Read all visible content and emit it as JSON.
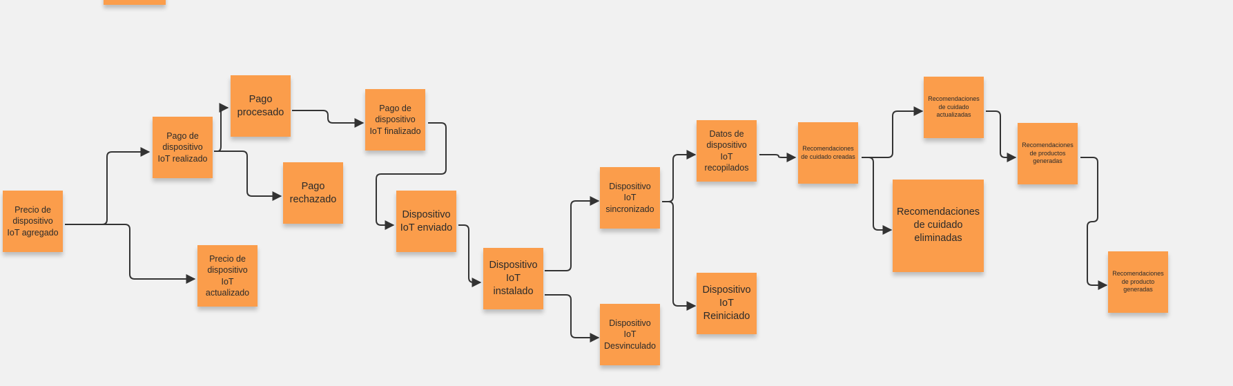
{
  "board": {
    "notes": {
      "precio_agregado": "Precio de dispositivo IoT agregado",
      "pago_realizado": "Pago de dispositivo IoT realizado",
      "pago_procesado": "Pago procesado",
      "pago_rechazado": "Pago rechazado",
      "precio_actualizado": "Precio de dispositivo IoT actualizado",
      "pago_finalizado": "Pago de dispositivo IoT finalizado",
      "dispositivo_enviado": "Dispositivo IoT enviado",
      "dispositivo_instalado": "Dispositivo IoT instalado",
      "dispositivo_sincronizado": "Dispositivo IoT sincronizado",
      "dispositivo_desvinculado": "Dispositivo IoT Desvinculado",
      "datos_recopilados": "Datos de dispositivo IoT recopilados",
      "dispositivo_reiniciado": "Dispositivo IoT Reiniciado",
      "recomendaciones_creadas": "Recomendaciones de cuidado creadas",
      "recomendaciones_eliminadas": "Recomendaciones de cuidado eliminadas",
      "recomendaciones_actualizadas": "Recomendaciones de cuidado actualizadas",
      "productos_generadas": "Recomendaciones de productos generadas",
      "producto_generadas": "Recomendaciones de producto generadas"
    },
    "note_color": "#fb9d4b",
    "arrow_color": "#333333",
    "background_color": "#f1f1f1"
  }
}
